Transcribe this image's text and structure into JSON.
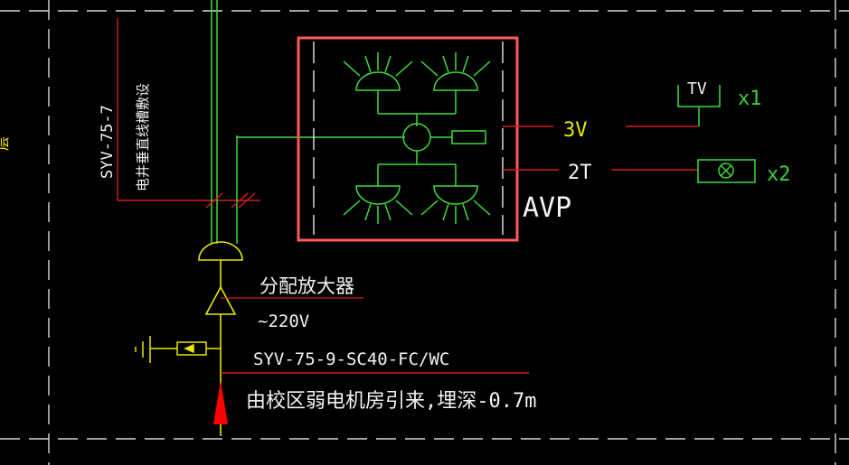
{
  "colors": {
    "background": "#000000",
    "frame_dash": "#e6e6e6",
    "wire_green": "#3ddc3d",
    "wire_red": "#d21e1e",
    "highlight_box": "#ff5a5a",
    "arrow_red": "#ff0000",
    "text_white": "#f2f2f2",
    "text_yellow": "#e8e600",
    "text_green": "#39d239"
  },
  "labels": {
    "cable_vertical": "SYV-75-7",
    "riser_note": "电井垂直线槽敷设",
    "cabinet_name": "AVP",
    "port_3v": "3V",
    "port_2t": "2T",
    "tv_label": "TV",
    "tv_count": "x1",
    "socket_count": "x2",
    "amplifier_name": "分配放大器",
    "power": "~220V",
    "feed_cable": "SYV-75-9-SC40-FC/WC",
    "source_note": "由校区弱电机房引来,埋深-0.7m",
    "left_edge_fragment": "层"
  },
  "icons": {
    "splitter": "splitter-icon",
    "amplifier": "amplifier-triangle-icon",
    "tv_outlet": "tv-outlet-icon",
    "socket": "socket-icon",
    "ground": "ground-icon",
    "arrow": "arrow-up-icon"
  }
}
